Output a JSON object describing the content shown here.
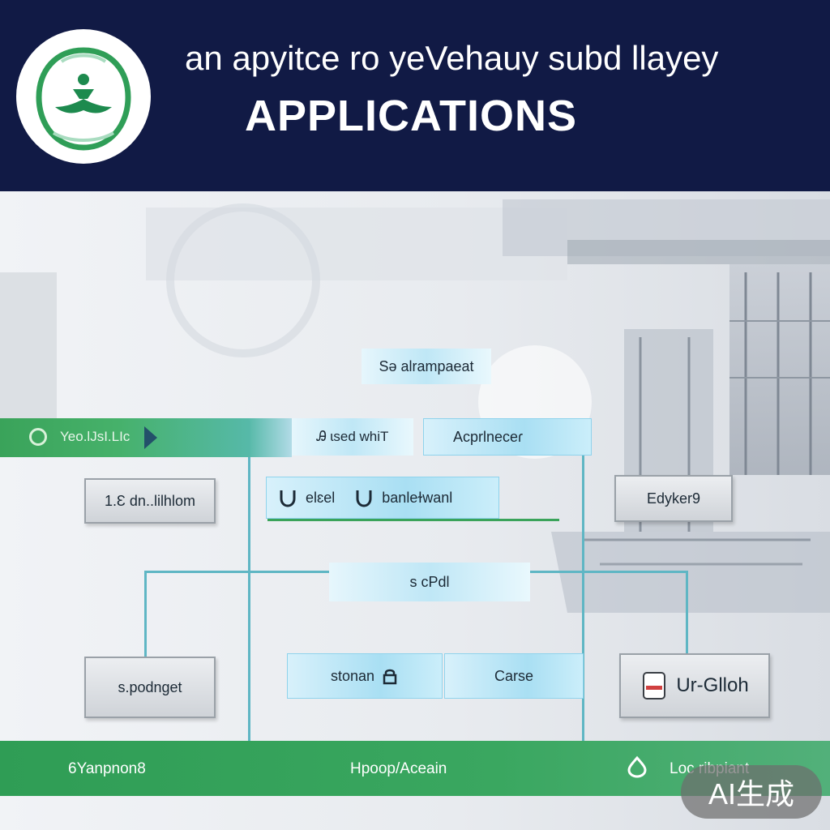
{
  "header": {
    "subtitle": "an apyitce ro yeVehauy subd llayey",
    "title": "APPLICATIONS"
  },
  "diagram": {
    "top_box": "Sǝ alrampaeat",
    "band_left_label": "Yeo.lJsI.LIc",
    "row1": {
      "center_left": "Ꭿ ɩsed whiT",
      "center_right": "Acprlneceɾ"
    },
    "row2": {
      "left": "1.Ɛ dn..lilhlom",
      "center_a": "elɛel",
      "center_b": "banleɫwanl",
      "right": "Edyker9"
    },
    "row3": {
      "center": "s cPdl"
    },
    "row4": {
      "left": "s.podnget",
      "center_a": "stonan",
      "center_b": "Carse",
      "right": "Ur-Glloh"
    },
    "bottom_band": {
      "left": "6Yanpnon8",
      "center": "Hpoop/Aceain",
      "right": "Loc ribpiant"
    }
  },
  "badge": "AI生成",
  "colors": {
    "header_bg": "#111a45",
    "green": "#3aa35a",
    "cyan": "#5fb6c4",
    "light_blue": "#a9dff3"
  }
}
